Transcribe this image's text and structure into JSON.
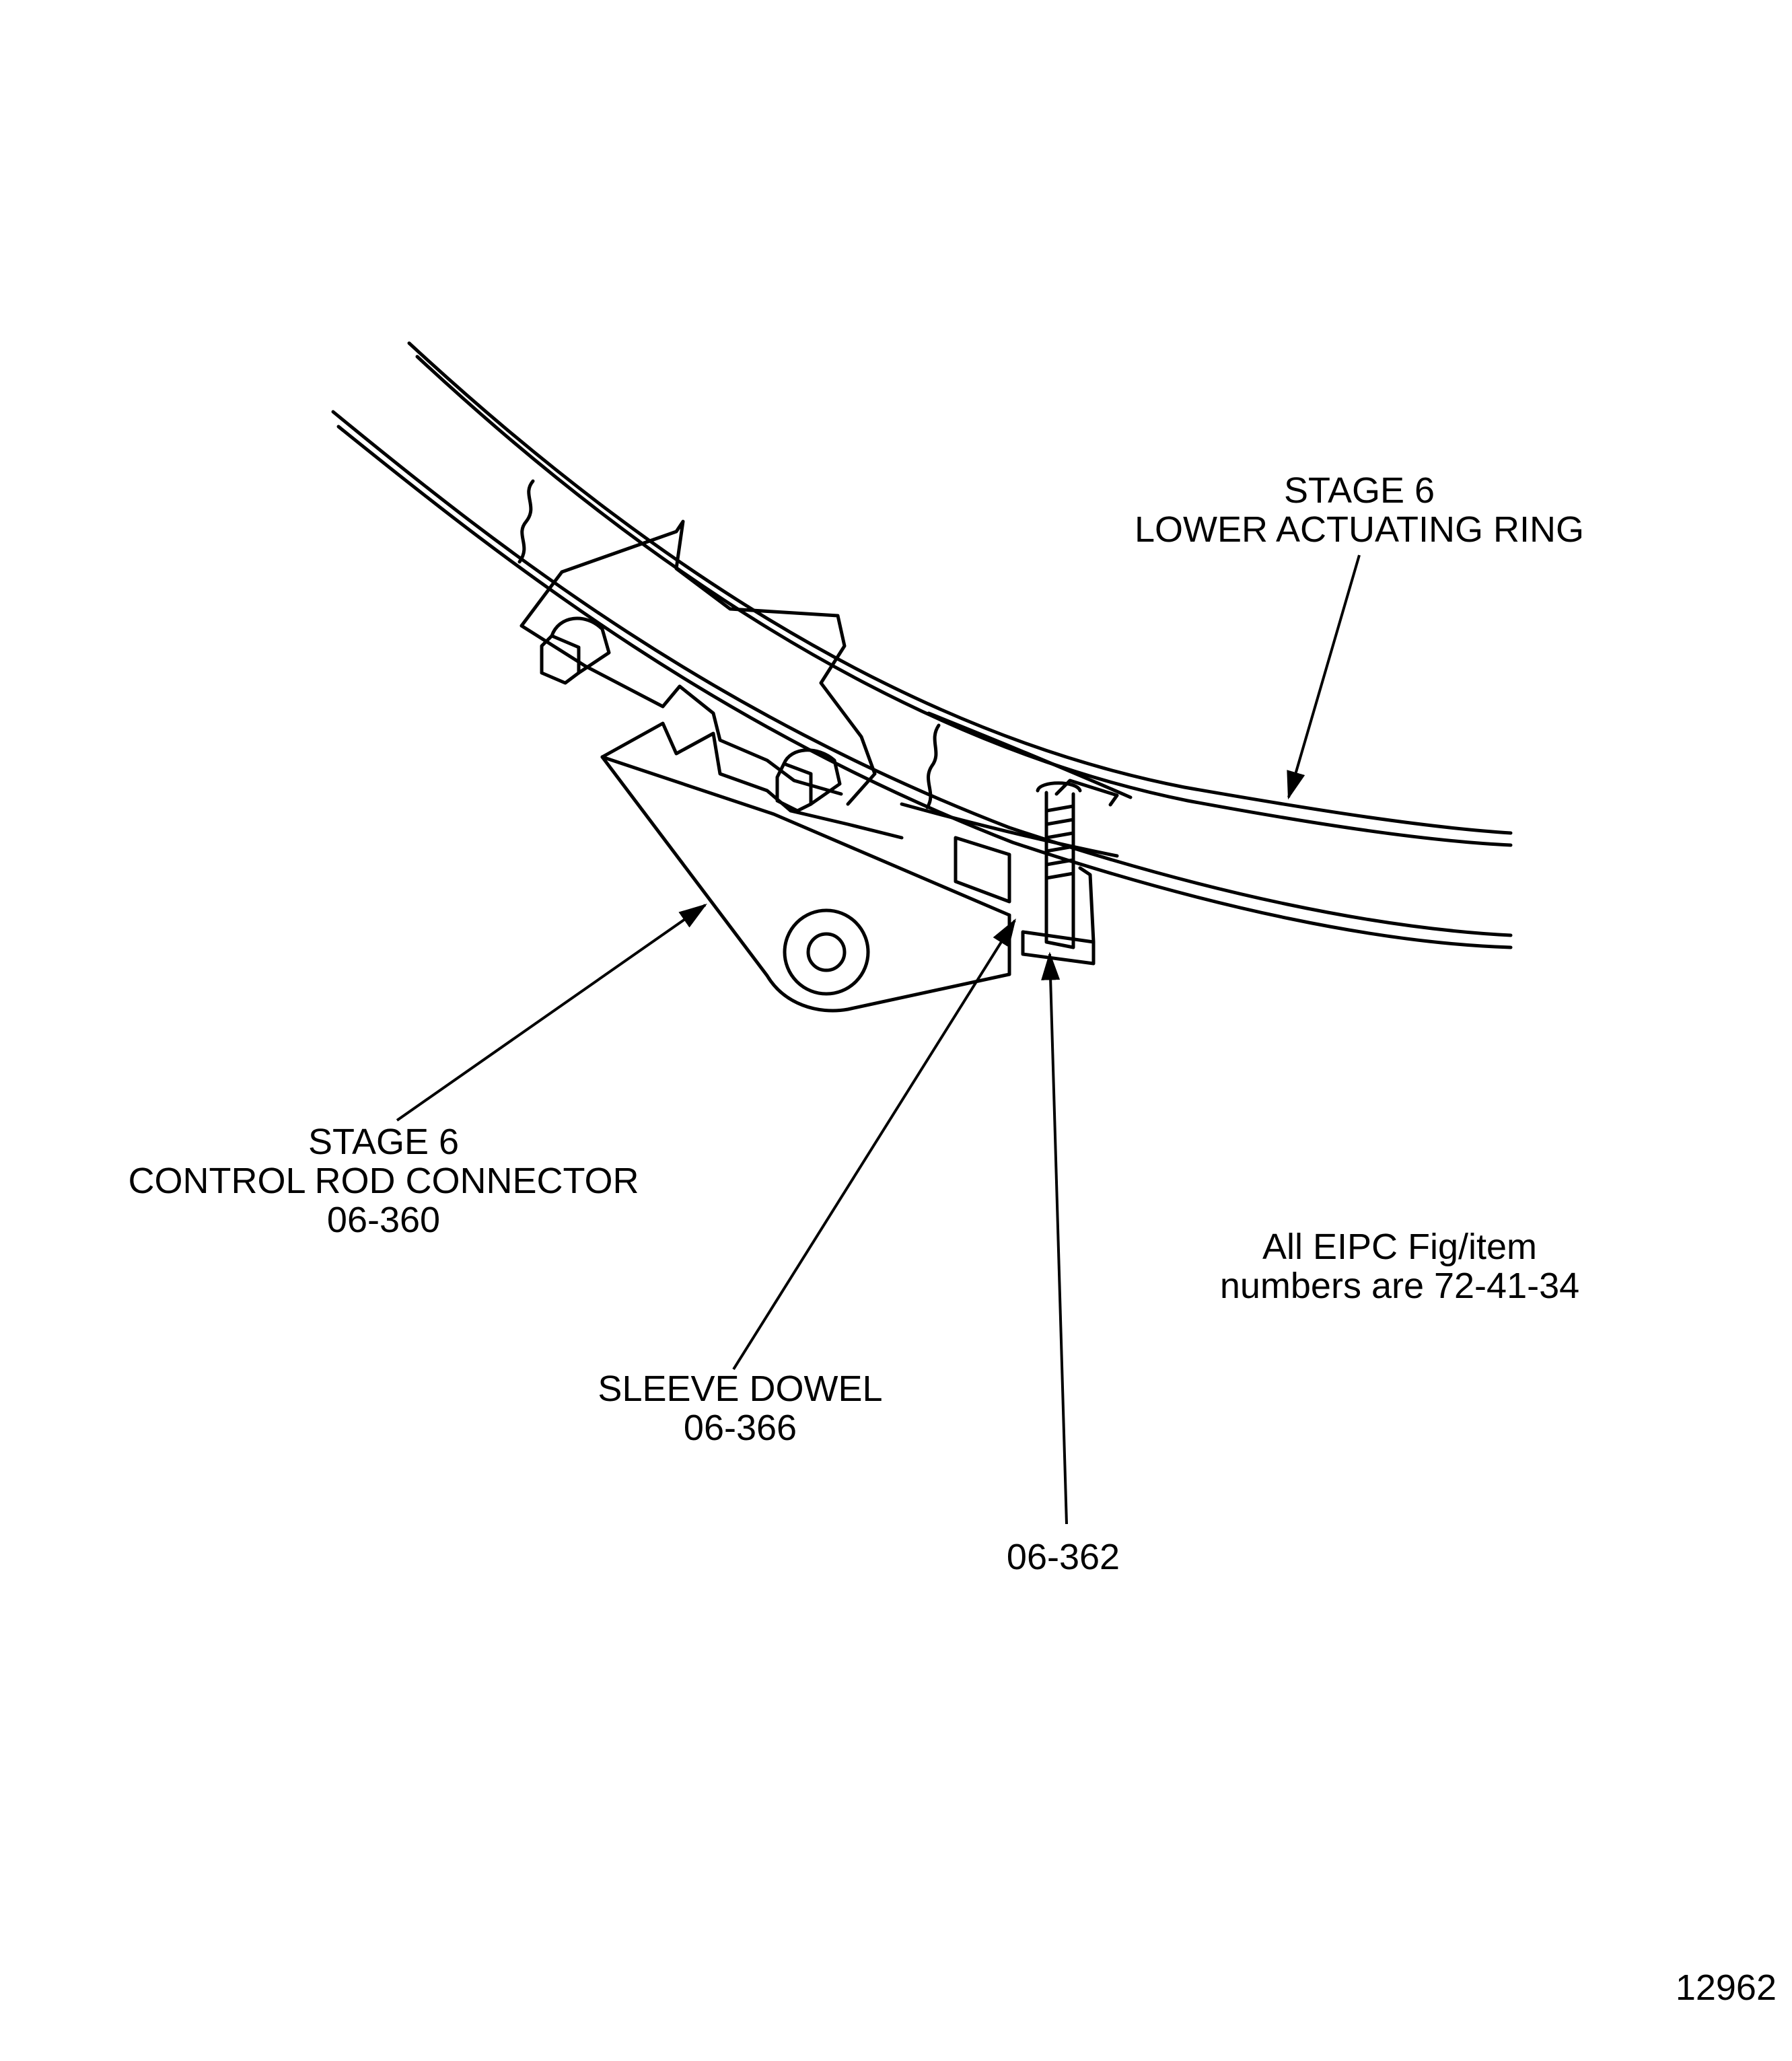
{
  "callouts": {
    "ring": {
      "line1": "STAGE 6",
      "line2": "LOWER ACTUATING RING"
    },
    "connector": {
      "line1": "STAGE 6",
      "line2": "CONTROL ROD CONNECTOR",
      "line3": "06-360"
    },
    "dowel": {
      "line1": "SLEEVE DOWEL",
      "line2": "06-366"
    },
    "bolt": {
      "line1": "06-362"
    }
  },
  "note": {
    "line1": "All EIPC Fig/item",
    "line2": "numbers are 72-41-34"
  },
  "figure_number": "12962"
}
